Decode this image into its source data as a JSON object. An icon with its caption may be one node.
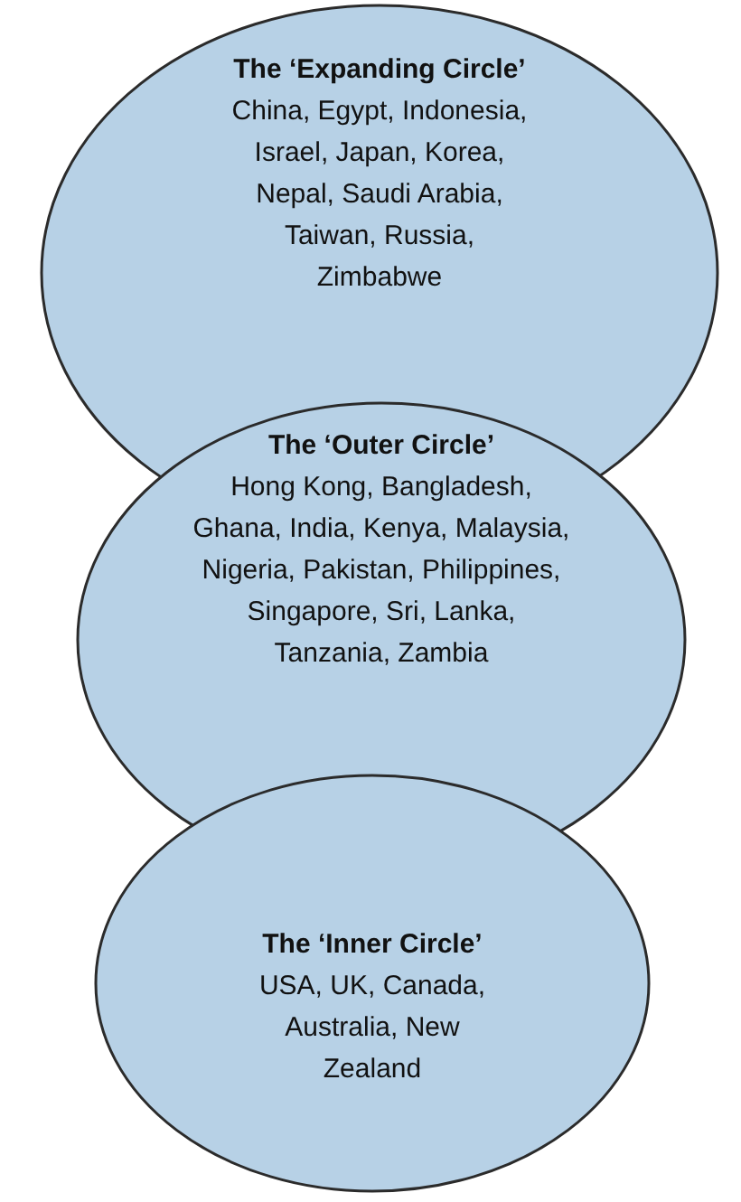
{
  "diagram": {
    "nodes": [
      {
        "text": [
          "The ‘Expanding Circle’",
          "China, Egypt, Indonesia, Israel, Japan, Korea, Nepal, Saudi Arabia, Taiwan, Russia, Zimbabwe"
        ]
      },
      {
        "text": [
          "The ‘Outer Circle’",
          "Hong Kong, Bangladesh, Ghana, India, Kenya, Malaysia, Nigeria, Pakistan, Philippines, Singapore, Sri, Lanka, Tanzania, Zambia"
        ]
      },
      {
        "text": [
          "The ‘Inner Circle’",
          "USA, UK, Canada, Australia, New Zealand"
        ]
      }
    ]
  }
}
